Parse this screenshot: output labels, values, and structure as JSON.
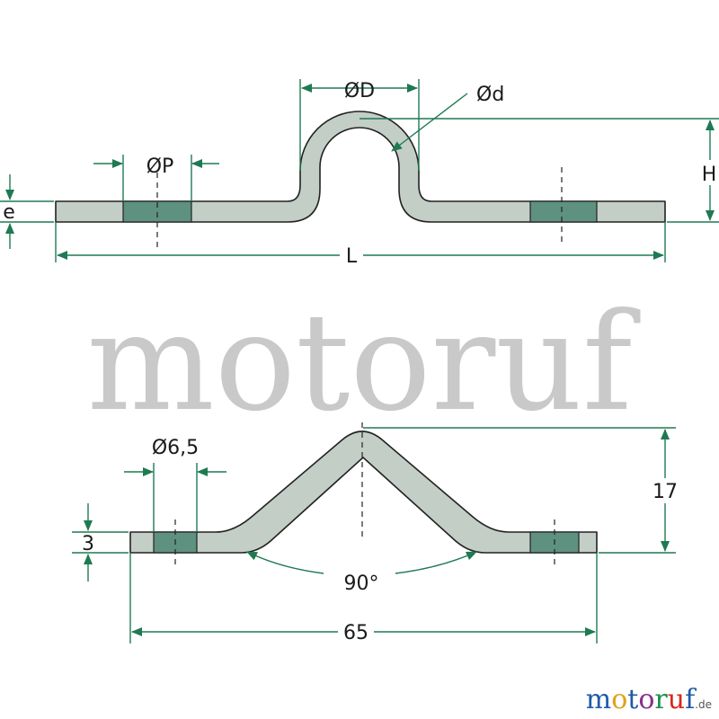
{
  "watermark": "motoruf",
  "logo": {
    "letters": [
      "m",
      "o",
      "t",
      "o",
      "r",
      "u",
      "f"
    ],
    "colors": [
      "#1f5aa8",
      "#e0a21a",
      "#1f5aa8",
      "#8a2f8a",
      "#1e8f4b",
      "#d6281f",
      "#1f5aa8"
    ],
    "tld": ".de"
  },
  "colors": {
    "dimension": "#1e7a52",
    "part_fill": "#c3cec7",
    "hole_fill": "#5e9180",
    "outline": "#222222"
  },
  "top_view": {
    "labels": {
      "outer_diameter": "ØD",
      "inner_diameter": "Ød",
      "hole_diameter": "ØP",
      "height": "H",
      "thickness": "e",
      "length": "L"
    }
  },
  "bottom_view": {
    "labels": {
      "hole_diameter": "Ø6,5",
      "thickness": "3",
      "height": "17",
      "length": "65",
      "angle": "90°"
    }
  }
}
